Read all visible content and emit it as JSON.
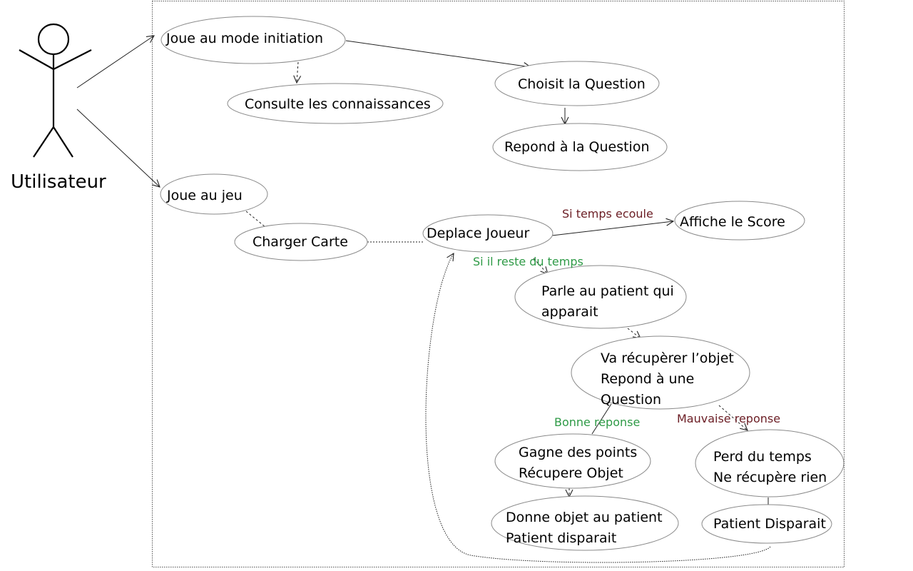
{
  "actor": {
    "label": "Utilisateur"
  },
  "use_cases": {
    "mode_initiation": [
      "Joue au mode initiation"
    ],
    "consulte": [
      "Consulte les connaissances"
    ],
    "choisit": [
      "Choisit la Question"
    ],
    "repond": [
      "Repond à la Question"
    ],
    "joue_jeu": [
      "Joue au jeu"
    ],
    "charger": [
      "Charger Carte"
    ],
    "deplace": [
      "Deplace Joueur"
    ],
    "affiche": [
      "Affiche le Score"
    ],
    "parle": [
      "Parle au patient qui",
      "apparait"
    ],
    "va_recuperer": [
      "Va récupèrer l’objet",
      "Repond à une",
      "Question"
    ],
    "gagne": [
      "Gagne des points",
      "Récupere Objet"
    ],
    "perd": [
      "Perd du temps",
      "Ne récupère rien"
    ],
    "donne": [
      "Donne objet au patient",
      "Patient disparait"
    ],
    "patient_disparait": [
      "Patient Disparait"
    ]
  },
  "conditions": {
    "temps_ecoule": "Si temps ecoule",
    "reste_temps": "Si il reste du temps",
    "bonne": "Bonne reponse",
    "mauvaise": "Mauvaise reponse"
  },
  "colors": {
    "green": "#2e9a46",
    "maroon": "#6b1d24",
    "line": "#222222",
    "ellipse_stroke": "#8a8a8a"
  }
}
